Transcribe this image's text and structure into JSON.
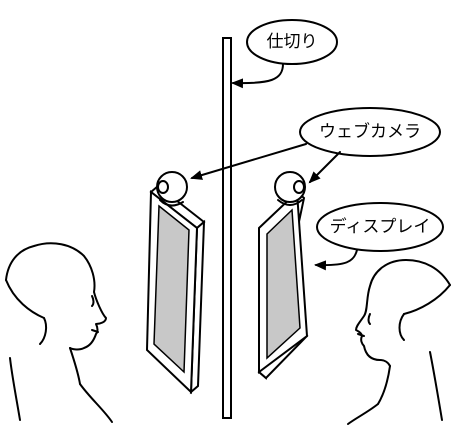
{
  "labels": {
    "partition": "仕切り",
    "webcam": "ウェブカメラ",
    "display": "ディスプレイ"
  },
  "colors": {
    "screen_fill": "#c8c8c8",
    "ink": "#000000",
    "background": "#ffffff"
  }
}
